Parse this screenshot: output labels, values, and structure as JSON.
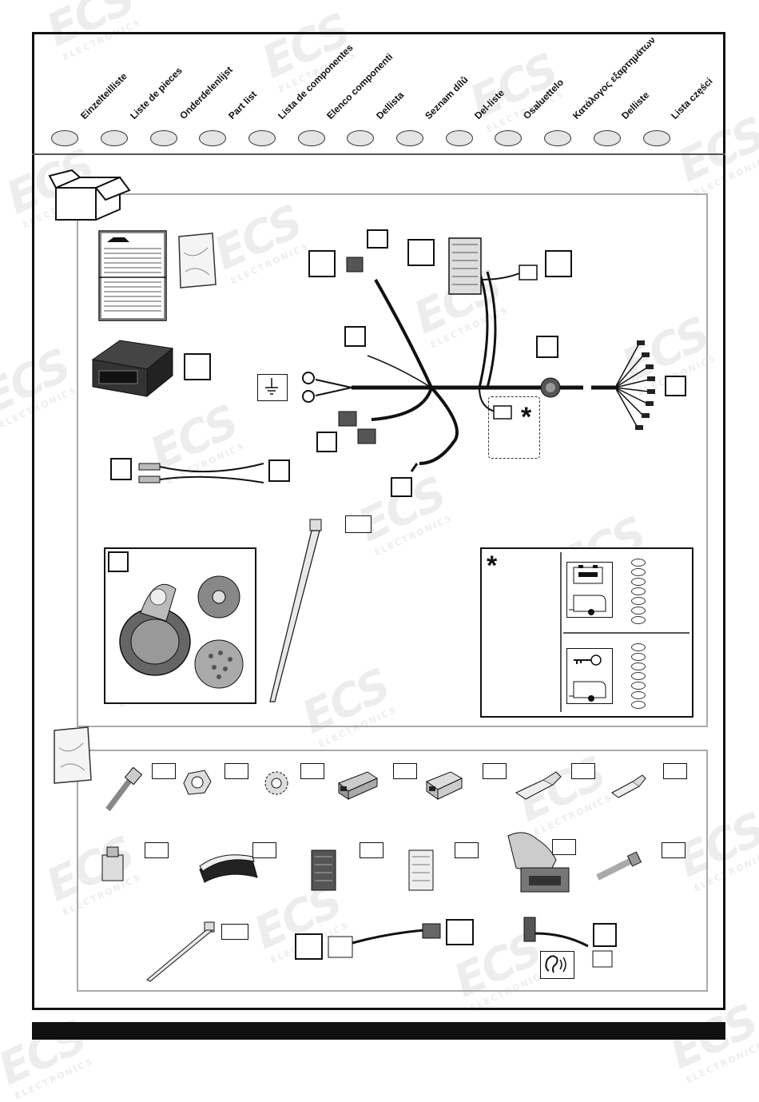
{
  "languages": [
    "Einzelteilliste",
    "Liste de pieces",
    "Onderdelenlijst",
    "Part list",
    "Lista de componentes",
    "Elenco componenti",
    "Dellista",
    "Seznam dílů",
    "Del-liste",
    "Osaluettelo",
    "Κατάλογος εξαρτημάτων",
    "Delliste",
    "Lista części"
  ],
  "legend": {
    "asterisk": "*"
  },
  "watermark": {
    "brand": "ECS",
    "sub": "ELECTRONICS"
  },
  "icons": [
    "box-icon",
    "manual-icon",
    "bag-icon",
    "module-icon",
    "ground-icon",
    "socket-icon",
    "cable-tie-icon",
    "battery-icon",
    "caravan-icon",
    "key-icon",
    "ear-sound-icon"
  ]
}
